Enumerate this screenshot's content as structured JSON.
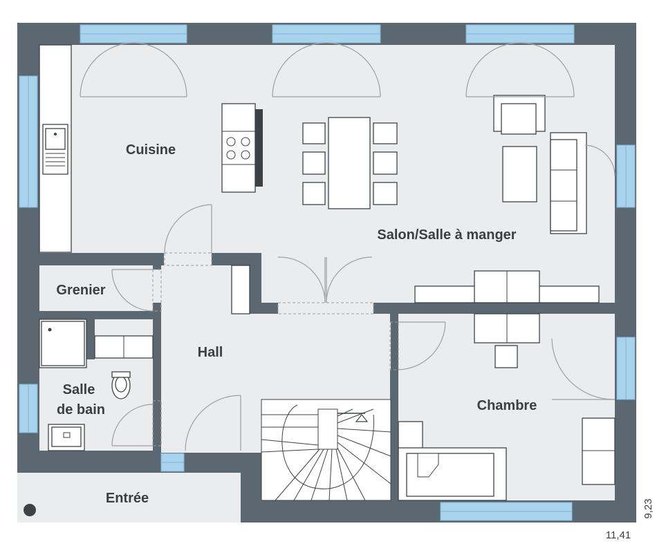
{
  "rooms": {
    "cuisine": "Cuisine",
    "salon": "Salon/Salle à manger",
    "grenier": "Grenier",
    "hall": "Hall",
    "salle_de_bain_line1": "Salle",
    "salle_de_bain_line2": "de bain",
    "chambre": "Chambre",
    "entree": "Entrée"
  },
  "dimensions": {
    "width": "11,41",
    "depth": "9,23"
  },
  "colors": {
    "wall": "#5b6872",
    "floor": "#ebecee",
    "window": "#a9d3ec",
    "furniture_outline": "#3d4247",
    "door_swing": "#9aa0a5"
  }
}
